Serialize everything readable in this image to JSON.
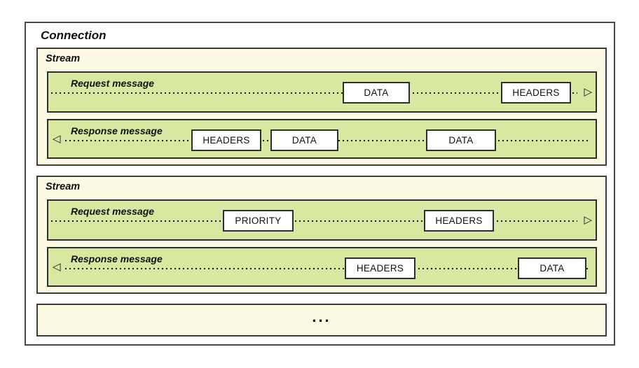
{
  "connection": {
    "label": "Connection",
    "more_streams_label": "...",
    "colors": {
      "stream_bg": "#fcfae3",
      "lane_bg": "#d9e8a0",
      "frame_bg": "#ffffff",
      "border": "#2e2e2e",
      "outer_border": "#4a4a4a",
      "dotted_line": "#1a1a1a"
    },
    "streams": [
      {
        "label": "Stream",
        "lanes": [
          {
            "label": "Request message",
            "direction": "right",
            "arrow_glyph": "▷",
            "frames": [
              {
                "label": "DATA"
              },
              {
                "label": "HEADERS"
              }
            ]
          },
          {
            "label": "Response message",
            "direction": "left",
            "arrow_glyph": "◁",
            "frames": [
              {
                "label": "HEADERS"
              },
              {
                "label": "DATA"
              },
              {
                "label": "DATA"
              }
            ]
          }
        ]
      },
      {
        "label": "Stream",
        "lanes": [
          {
            "label": "Request message",
            "direction": "right",
            "arrow_glyph": "▷",
            "frames": [
              {
                "label": "PRIORITY"
              },
              {
                "label": "HEADERS"
              }
            ]
          },
          {
            "label": "Response message",
            "direction": "left",
            "arrow_glyph": "◁",
            "frames": [
              {
                "label": "HEADERS"
              },
              {
                "label": "DATA"
              }
            ]
          }
        ]
      }
    ]
  }
}
